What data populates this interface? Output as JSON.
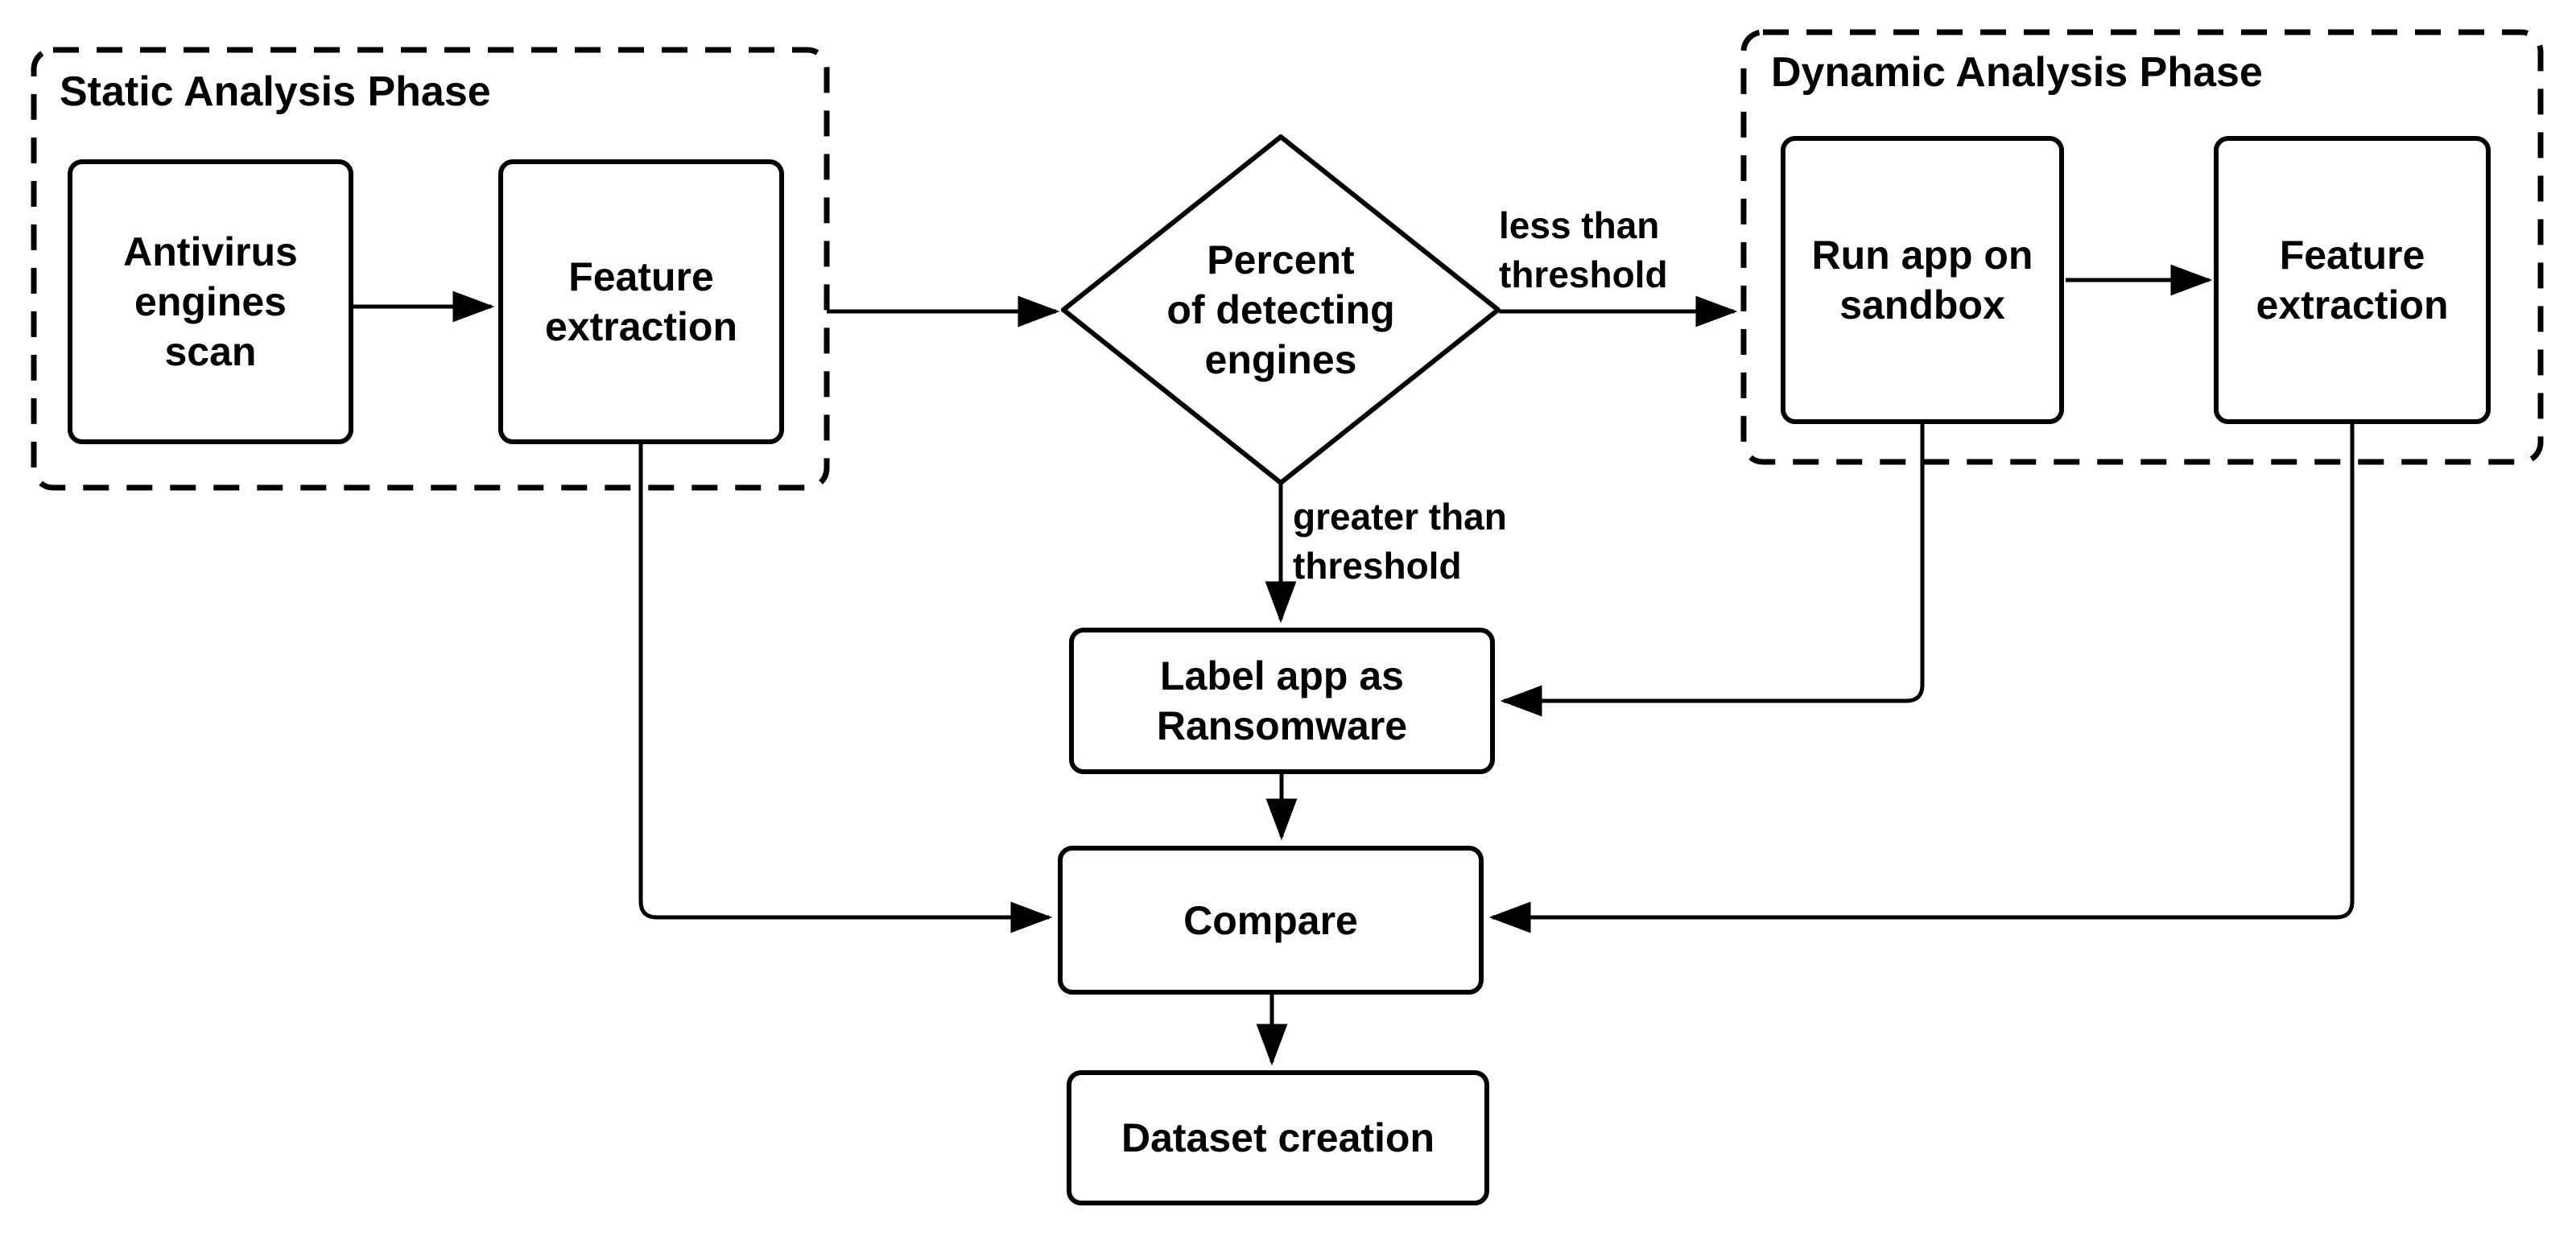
{
  "canvas": {
    "background_color": "#ffffff",
    "line_color": "#000000",
    "text_color": "#000000"
  },
  "static_phase": {
    "title": "Static Analysis Phase",
    "nodes": {
      "antivirus_scan": "Antivirus\nengines\nscan",
      "feature_extraction": "Feature\nextraction"
    }
  },
  "dynamic_phase": {
    "title": "Dynamic Analysis Phase",
    "nodes": {
      "run_sandbox": "Run app on\nsandbox",
      "feature_extraction": "Feature\nextraction"
    }
  },
  "decision": {
    "label": "Percent\nof detecting\nengines",
    "branch_labels": {
      "less_than": "less than\nthreshold",
      "greater_than": "greater than\nthreshold"
    }
  },
  "nodes": {
    "label_ransomware": "Label app as\nRansomware",
    "compare": "Compare",
    "dataset_creation": "Dataset creation"
  }
}
